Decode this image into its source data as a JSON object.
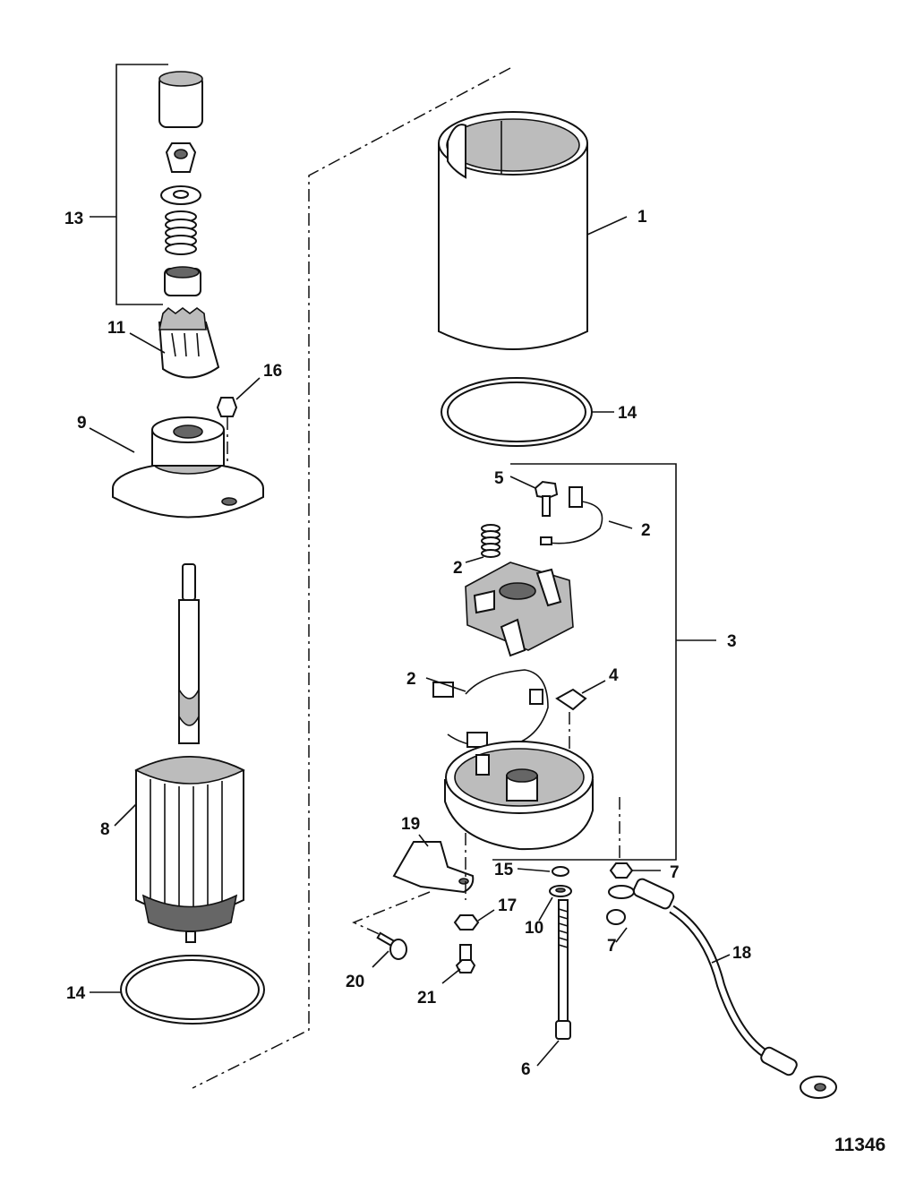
{
  "figure_number": "11346",
  "callouts": {
    "c1": "1",
    "c2a": "2",
    "c2b": "2",
    "c2c": "2",
    "c3": "3",
    "c4": "4",
    "c5": "5",
    "c6": "6",
    "c7a": "7",
    "c7b": "7",
    "c8": "8",
    "c9": "9",
    "c10": "10",
    "c11": "11",
    "c13": "13",
    "c14a": "14",
    "c14b": "14",
    "c15": "15",
    "c16": "16",
    "c17": "17",
    "c18": "18",
    "c19": "19",
    "c20": "20",
    "c21": "21"
  },
  "icons": [
    "housing-icon",
    "o-ring-icon",
    "brush-plate-icon",
    "end-cap-icon",
    "armature-icon",
    "drive-assembly-icon",
    "cable-icon",
    "bolt-icon",
    "nut-icon"
  ]
}
